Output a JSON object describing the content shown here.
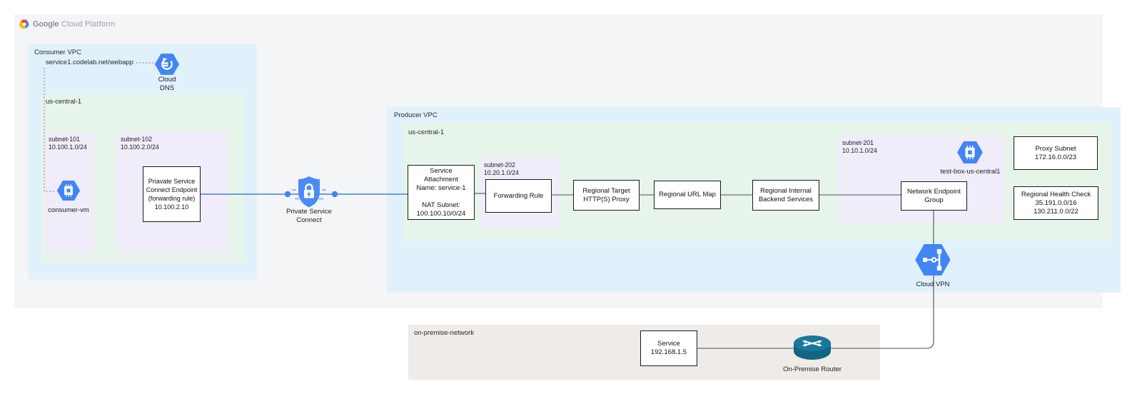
{
  "logo": {
    "brand": "Google",
    "suffix": "Cloud Platform"
  },
  "consumer_vpc": {
    "label": "Consumer VPC",
    "dns_record": "service1.codelab.net/webapp",
    "cloud_dns": {
      "label": "Cloud\nDNS"
    },
    "region": {
      "label": "us-central-1"
    },
    "subnet_101": {
      "name": "subnet-101",
      "cidr": "10.100.1.0/24"
    },
    "consumer_vm": {
      "label": "consumer-vm"
    },
    "subnet_102": {
      "name": "subnet-102",
      "cidr": "10.100.2.0/24"
    },
    "endpoint_box": {
      "text": "Priavate Service\nConnect Endpoint\n(forwarding rule)\n10.100.2.10"
    }
  },
  "psc": {
    "label": "Private Service Connect"
  },
  "producer_vpc": {
    "label": "Producer VPC",
    "region": {
      "label": "us-central-1"
    },
    "service_attachment": {
      "text": "Service\nAttachment\nName: service-1\n\nNAT Subnet:\n100.100.10/0/24"
    },
    "subnet_202": {
      "name": "subnet-202",
      "cidr": "10.20.1.0/24"
    },
    "forwarding_rule": {
      "text": "Forwarding Rule"
    },
    "target_proxy": {
      "text": "Regional Target\nHTTP(S) Proxy"
    },
    "url_map": {
      "text": "Regional URL Map"
    },
    "backend_services": {
      "text": "Regional Internal\nBackend Services"
    },
    "subnet_201": {
      "name": "subnet-201",
      "cidr": "10.10.1.0/24"
    },
    "test_box": {
      "label": "test-box-us-central1"
    },
    "neg": {
      "text": "Network Endpoint\nGroup"
    },
    "proxy_subnet": {
      "text": "Proxy Subnet\n172.16.0.0/23"
    },
    "health_check": {
      "text": "Regional Health Check\n35.191.0.0/16\n130.211.0.0/22"
    }
  },
  "cloud_vpn": {
    "label": "Cloud VPN"
  },
  "on_premise": {
    "label": "on-premise-network",
    "service_box": {
      "text": "Service\n192.168.1.5"
    },
    "router": {
      "label": "On-Premise Router"
    }
  },
  "colors": {
    "accent_blue": "#4285f4",
    "vpc_bg": "#e1f1fb",
    "region_bg": "#e7f4ea",
    "subnet_bg": "#f1ecf9",
    "onprem_bg": "#efebe8",
    "router_teal": "#17698a"
  }
}
